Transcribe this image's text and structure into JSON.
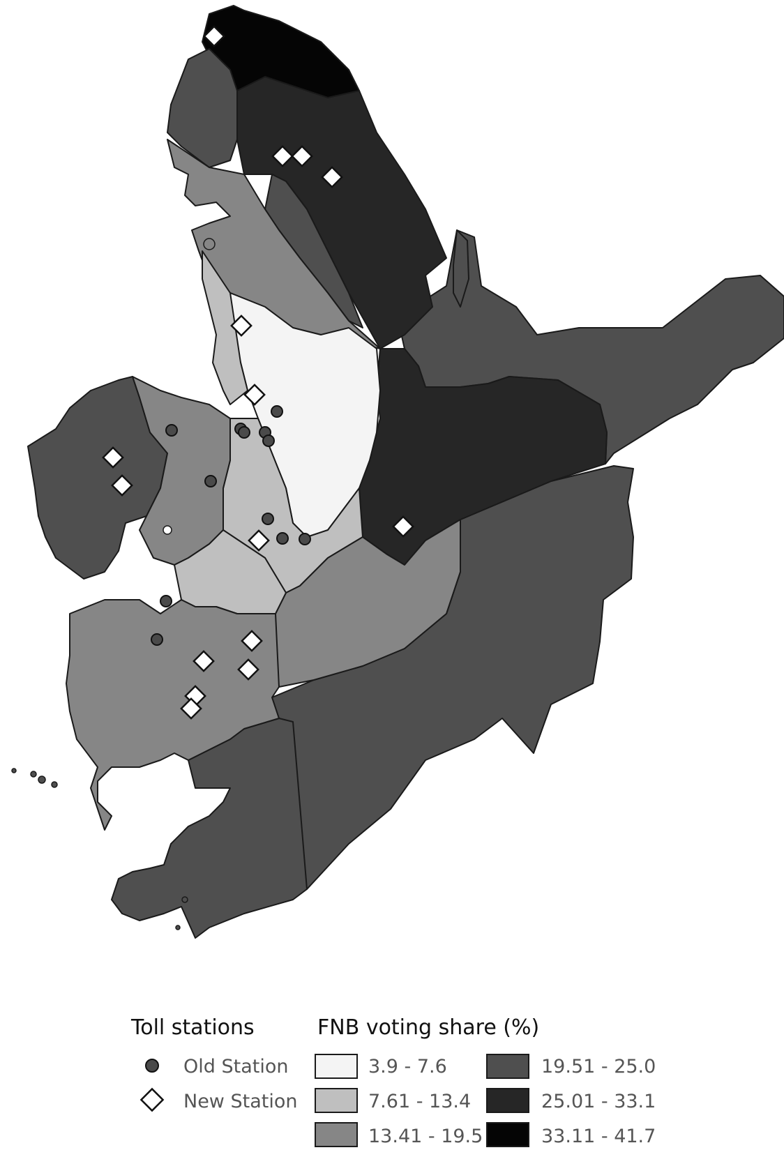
{
  "legend": {
    "stations": {
      "title": "Toll stations",
      "items": [
        {
          "label": "Old Station",
          "symbol": "circle-dark"
        },
        {
          "label": "New Station",
          "symbol": "diamond-white"
        }
      ]
    },
    "voting": {
      "title": "FNB voting share (%)",
      "classes": [
        {
          "label": "3.9 - 7.6",
          "color": "#f4f4f4"
        },
        {
          "label": "7.61 - 13.4",
          "color": "#bfbfbf"
        },
        {
          "label": "13.41 - 19.5",
          "color": "#868686"
        },
        {
          "label": "19.51 - 25.0",
          "color": "#4f4f4f"
        },
        {
          "label": "25.01 - 33.1",
          "color": "#262626"
        },
        {
          "label": "33.11 - 41.7",
          "color": "#050505"
        }
      ]
    }
  },
  "shade_colors": {
    "c1": "#f4f4f4",
    "c2": "#bfbfbf",
    "c3": "#868686",
    "c4": "#4f4f4f",
    "c5": "#262626",
    "c6": "#050505"
  }
}
